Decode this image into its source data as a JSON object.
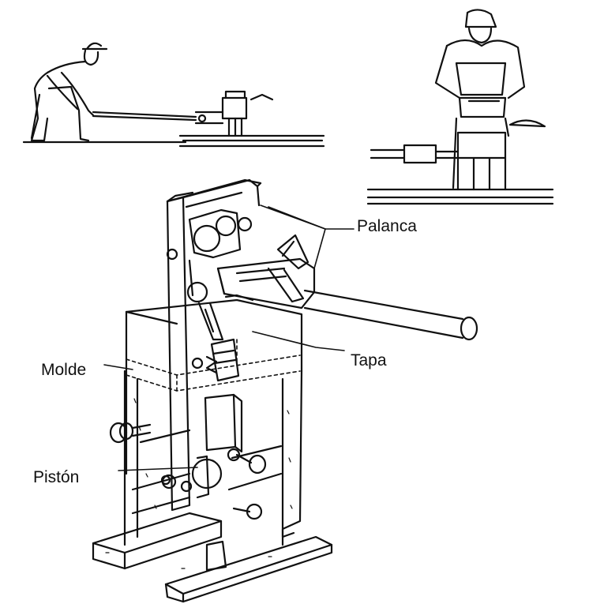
{
  "labels": {
    "lever": "Palanca",
    "lid": "Tapa",
    "mold": "Molde",
    "piston": "Pistón"
  },
  "colors": {
    "ink": "#111111",
    "paper": "#ffffff"
  }
}
